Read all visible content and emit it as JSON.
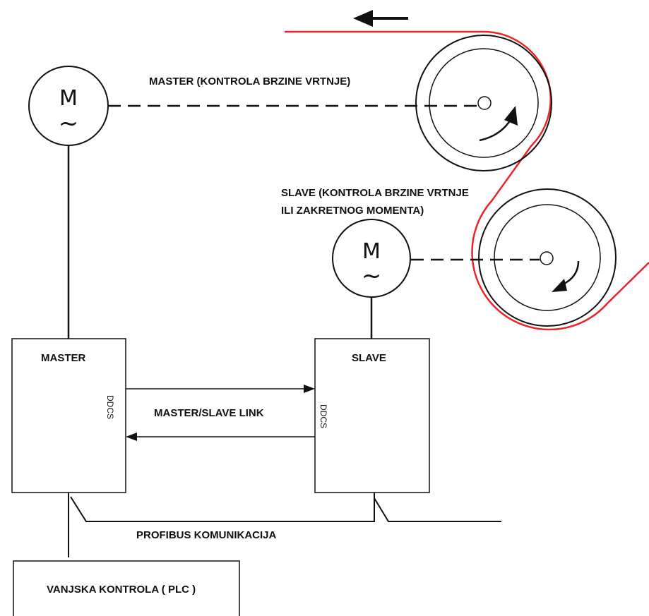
{
  "colors": {
    "web": "#e8262a",
    "line": "#111111"
  },
  "motor_master": {
    "symbol": "M",
    "tilde": "~"
  },
  "motor_slave": {
    "symbol": "M",
    "tilde": "~"
  },
  "labels": {
    "master_speed": "MASTER (KONTROLA BRZINE VRTNJE)",
    "slave_line1": "SLAVE (KONTROLA BRZINE VRTNJE",
    "slave_line2": "ILI ZAKRETNOG MOMENTA)",
    "master_box": "MASTER",
    "slave_box": "SLAVE",
    "ddcs_master": "DDCS",
    "ddcs_slave": "DDCS",
    "link": "MASTER/SLAVE LINK",
    "profibus": "PROFIBUS KOMUNIKACIJA",
    "plc": "VANJSKA KONTROLA ( PLC )"
  }
}
